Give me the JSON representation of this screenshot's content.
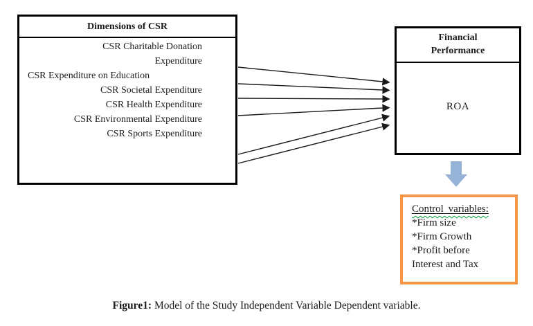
{
  "figure": {
    "left_box": {
      "title": "Dimensions of CSR",
      "items": [
        {
          "text": "CSR Charitable Donation",
          "align": "right"
        },
        {
          "text": "Expenditure",
          "align": "right"
        },
        {
          "text": "CSR Expenditure on Education",
          "align": "left"
        },
        {
          "text": "CSR Societal Expenditure",
          "align": "right"
        },
        {
          "text": "CSR Health Expenditure",
          "align": "right"
        },
        {
          "text": "CSR Environmental Expenditure",
          "align": "right"
        },
        {
          "text": "CSR Sports Expenditure",
          "align": "right"
        }
      ]
    },
    "right_box": {
      "title_line1": "Financial",
      "title_line2": "Performance",
      "value": "ROA"
    },
    "control_box": {
      "title": "Control variables:",
      "items": [
        "*Firm size",
        "*Firm Growth",
        "*Profit before",
        "Interest and Tax"
      ]
    },
    "caption": {
      "prefix": "Figure1:",
      "text": " Model of the Study Independent Variable Dependent variable."
    }
  },
  "colors": {
    "accent_orange": "#f79646",
    "arrow_blue": "#95b3d7",
    "squiggle_green": "#00a33d",
    "ink": "#1b1b1b"
  }
}
